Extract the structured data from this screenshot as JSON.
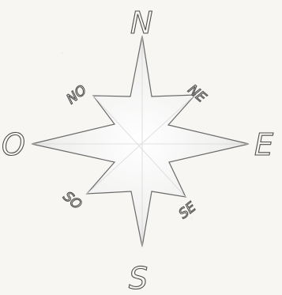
{
  "compass": {
    "labels": {
      "north": "N",
      "south": "S",
      "east": "E",
      "west": "O",
      "northeast": "NE",
      "northwest": "NO",
      "southeast": "SE",
      "southwest": "SO"
    },
    "colors": {
      "paper": "#f7f6f2",
      "ink": "#505050",
      "star_fill_center": "#ffffff",
      "star_fill_edge": "#e6e6e6"
    }
  }
}
